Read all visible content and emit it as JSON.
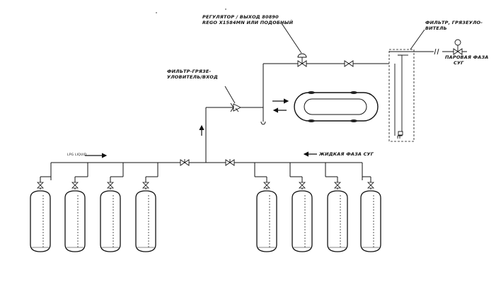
{
  "labels": {
    "regulator_line1": "РЕГУЛЯТОР / ВЫХОД 80890",
    "regulator_line2": "REGO X1584MN ИЛИ ПОДОБНЫЙ",
    "filter_top_line1": "ФИЛЬТР, ГРЯЗЕУЛО-",
    "filter_top_line2": "ВИТЕЛЬ",
    "vapor_line1": "ПАРОВАЯ ФАЗА",
    "vapor_line2": "СУГ",
    "filter_inlet_line1": "ФИЛЬТР-ГРЯЗЕ-",
    "filter_inlet_line2": "УЛОВИТЕЛЬ/ВХОД",
    "lpg_liquid": "LPG LIQUID",
    "liquid_phase": "ЖИДКАЯ ФАЗА СУГ"
  },
  "cylinders": {
    "left_group_count": 4,
    "right_group_count": 4
  },
  "colors": {
    "line": "#111111",
    "background": "#ffffff"
  }
}
